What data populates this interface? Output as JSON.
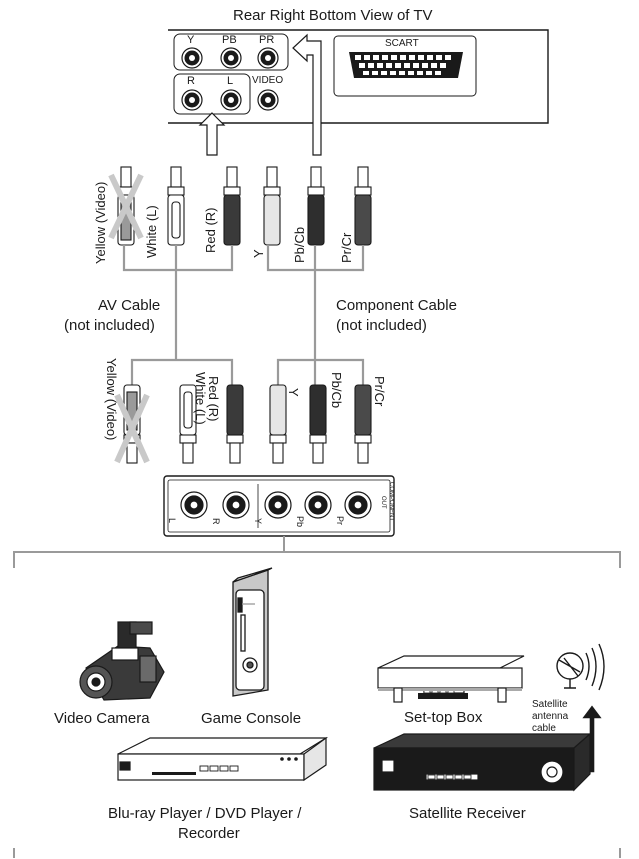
{
  "tv": {
    "title": "Rear Right Bottom View of TV",
    "jack_labels": {
      "y": "Y",
      "pb": "PB",
      "pr": "PR",
      "r": "R",
      "l": "L",
      "video": "VIDEO"
    },
    "scart_label": "SCART"
  },
  "cables": {
    "av_cable": {
      "name": "AV Cable",
      "note": "(not included)"
    },
    "component_cable": {
      "name": "Component Cable",
      "note": "(not included)"
    }
  },
  "plug_labels": {
    "top": {
      "yellow": "Yellow (Video)",
      "white": "White (L)",
      "red": "Red (R)",
      "y": "Y",
      "pb": "Pb/Cb",
      "pr": "Pr/Cr"
    },
    "bottom": {
      "yellow": "Yellow (Video)",
      "white": "White (L)",
      "red": "Red (R)",
      "y": "Y",
      "pb": "Pb/Cb",
      "pr": "Pr/Cr"
    }
  },
  "device_panel": {
    "jack_labels": {
      "l": "L",
      "r": "R",
      "y": "Y",
      "pb": "Pb",
      "pr": "Pr"
    },
    "group_label_line1": "COMPONENT",
    "group_label_line2": "OUT"
  },
  "devices": {
    "video_camera": "Video Camera",
    "game_console": "Game Console",
    "set_top_box": "Set-top Box",
    "satellite_antenna_line1": "Satellite",
    "satellite_antenna_line2": "antenna",
    "satellite_antenna_line3": "cable",
    "bluray_line1": "Blu-ray Player / DVD Player /",
    "bluray_line2": "Recorder",
    "satellite_receiver": "Satellite Receiver"
  },
  "colors": {
    "outline": "#1a1a1a",
    "cable_gray": "#9a9a9a",
    "red_plug": "#3a3a3a",
    "cross_out": "#c9c9c9"
  }
}
